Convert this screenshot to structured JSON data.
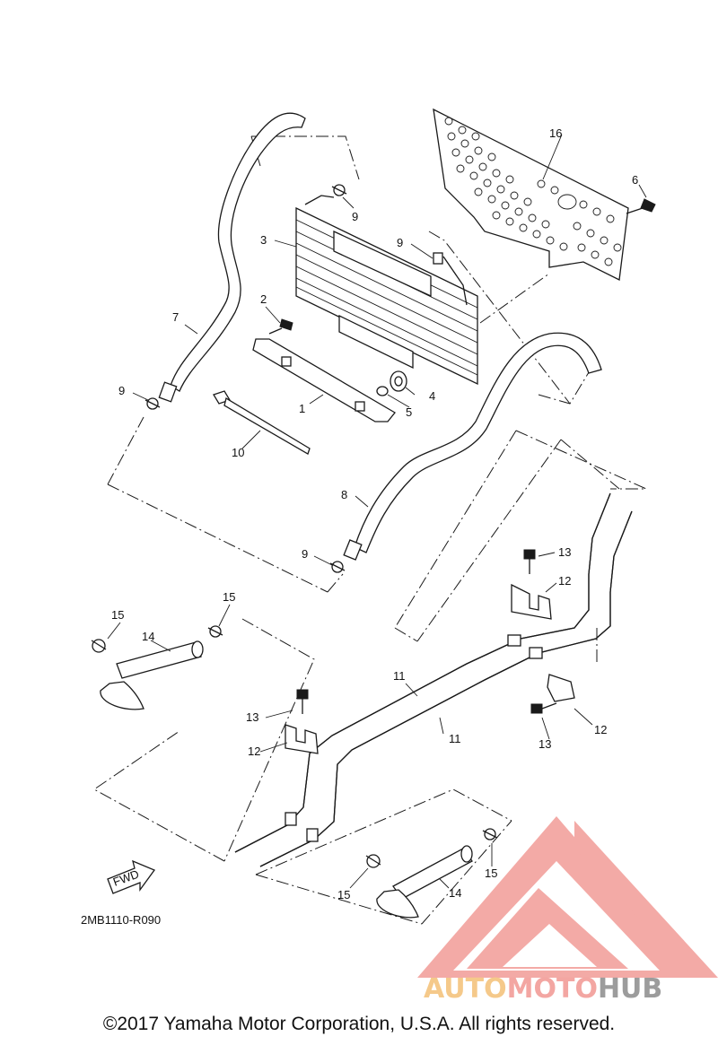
{
  "diagram": {
    "callouts": [
      {
        "id": "c1",
        "text": "1"
      },
      {
        "id": "c2",
        "text": "2"
      },
      {
        "id": "c3",
        "text": "3"
      },
      {
        "id": "c4",
        "text": "4"
      },
      {
        "id": "c5",
        "text": "5"
      },
      {
        "id": "c6",
        "text": "6"
      },
      {
        "id": "c7",
        "text": "7"
      },
      {
        "id": "c8",
        "text": "8"
      },
      {
        "id": "c9a",
        "text": "9"
      },
      {
        "id": "c9b",
        "text": "9"
      },
      {
        "id": "c9c",
        "text": "9"
      },
      {
        "id": "c9d",
        "text": "9"
      },
      {
        "id": "c10",
        "text": "10"
      },
      {
        "id": "c11a",
        "text": "11"
      },
      {
        "id": "c11b",
        "text": "11"
      },
      {
        "id": "c12a",
        "text": "12"
      },
      {
        "id": "c12b",
        "text": "12"
      },
      {
        "id": "c12c",
        "text": "12"
      },
      {
        "id": "c13a",
        "text": "13"
      },
      {
        "id": "c13b",
        "text": "13"
      },
      {
        "id": "c13c",
        "text": "13"
      },
      {
        "id": "c14a",
        "text": "14"
      },
      {
        "id": "c14b",
        "text": "14"
      },
      {
        "id": "c15a",
        "text": "15"
      },
      {
        "id": "c15b",
        "text": "15"
      },
      {
        "id": "c15c",
        "text": "15"
      },
      {
        "id": "c15d",
        "text": "15"
      },
      {
        "id": "c16",
        "text": "16"
      }
    ],
    "fwd_label": "FWD",
    "diagram_code": "2MB1110-R090"
  },
  "watermark": {
    "brand_part1": "AUTO",
    "brand_part2": "MOTO",
    "brand_part3": "HUB",
    "colors": {
      "auto": "#f5c98a",
      "moto": "#f3a6a2",
      "hub": "#9c9c9c",
      "triangle": "#f3a6a2"
    }
  },
  "footer": {
    "copyright": "©2017 Yamaha Motor Corporation, U.S.A. All rights reserved."
  }
}
